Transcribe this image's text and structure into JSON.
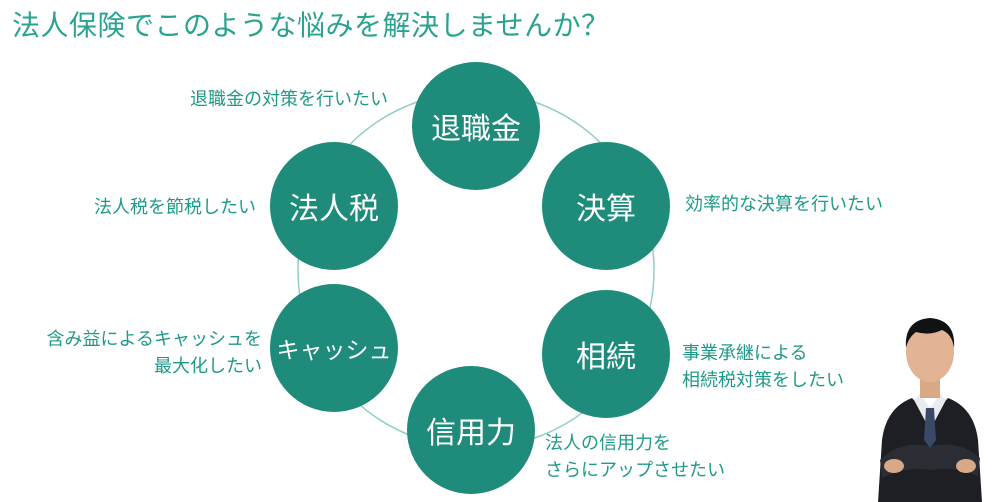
{
  "title": "法人保険でこのような悩みを解決しませんか？",
  "colors": {
    "title": "#2aa391",
    "circle": "#1f8c7b",
    "caption": "#1f9a88",
    "ring": "#7fc9bd"
  },
  "nodes": {
    "taishokukin": "退職金",
    "kessan": "決算",
    "souzoku": "相続",
    "shinyouryoku": "信用力",
    "cash": "キャッシュ",
    "houjinzei": "法人税"
  },
  "captions": {
    "taishokukin": [
      "退職金の対策を行いたい"
    ],
    "kessan": [
      "効率的な決算を行いたい"
    ],
    "souzoku": [
      "事業承継による",
      "相続税対策をしたい"
    ],
    "shinyouryoku": [
      "法人の信用力を",
      "さらにアップさせたい"
    ],
    "cash": [
      "含み益によるキャッシュを",
      "最大化したい"
    ],
    "houjinzei": [
      "法人税を節税したい"
    ]
  }
}
